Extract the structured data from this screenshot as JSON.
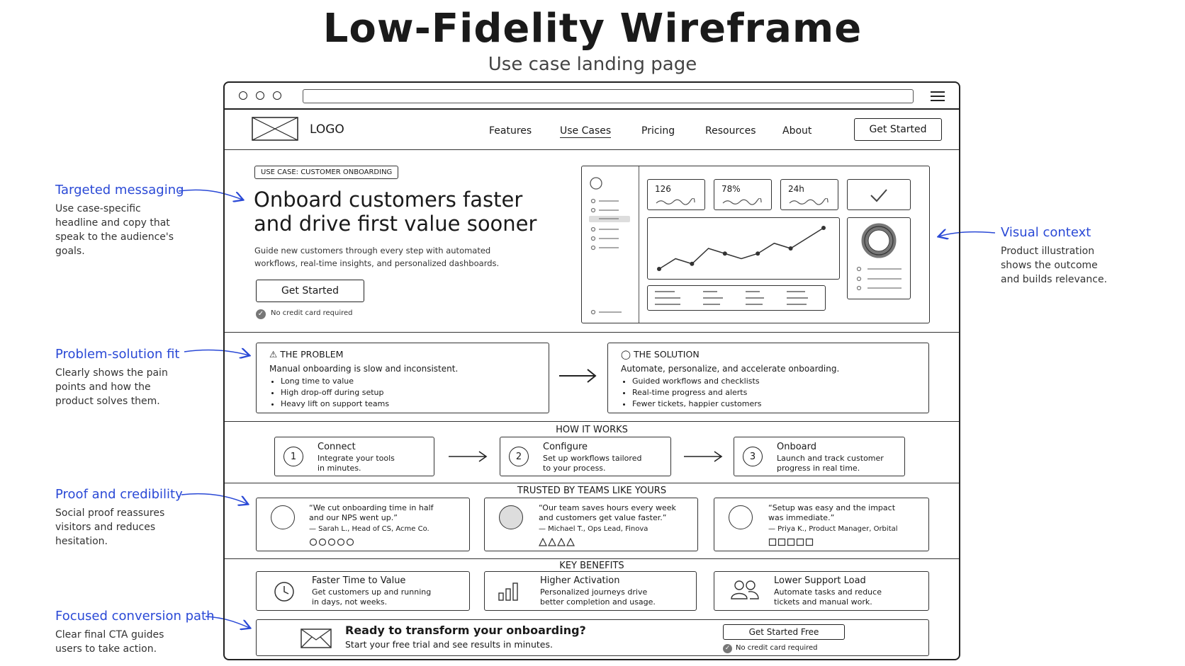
{
  "header": {
    "title": "Low-Fidelity Wireframe",
    "subtitle": "Use case landing page"
  },
  "annotations": [
    {
      "id": "targeted",
      "title": "Targeted messaging",
      "text": "Use case-specific headline and copy that speak to the audience's goals."
    },
    {
      "id": "problem",
      "title": "Problem-solution fit",
      "text": "Clearly shows the pain points and how the product solves them."
    },
    {
      "id": "proof",
      "title": "Proof and credibility",
      "text": "Social proof reassures visitors and reduces hesitation."
    },
    {
      "id": "conversion",
      "title": "Focused conversion path",
      "text": "Clear final CTA guides users to take action."
    },
    {
      "id": "visual",
      "title": "Visual context",
      "text": "Product illustration shows the outcome and builds relevance."
    }
  ],
  "nav": {
    "logo": "LOGO",
    "items": [
      "Features",
      "Use Cases",
      "Pricing",
      "Resources",
      "About"
    ],
    "active_index": 1,
    "cta": "Get Started"
  },
  "hero": {
    "tag": "USE CASE: CUSTOMER ONBOARDING",
    "headline_line1": "Onboard customers faster",
    "headline_line2": "and drive first value sooner",
    "copy_line1": "Guide new customers through every step with automated",
    "copy_line2": "workflows, real-time insights, and personalized dashboards.",
    "cta": "Get Started",
    "note": "No credit card required"
  },
  "dashboard": {
    "stats": [
      "126",
      "78%",
      "24h"
    ],
    "line_values": [
      3,
      5,
      4,
      7,
      6,
      5,
      6,
      8,
      7,
      9,
      11
    ]
  },
  "problem": {
    "title": "THE PROBLEM",
    "lead": "Manual onboarding is slow and inconsistent.",
    "bullets": [
      "Long time to value",
      "High drop-off during setup",
      "Heavy lift on support teams"
    ]
  },
  "solution": {
    "title": "THE SOLUTION",
    "lead": "Automate, personalize, and accelerate onboarding.",
    "bullets": [
      "Guided workflows and checklists",
      "Real-time progress and alerts",
      "Fewer tickets, happier customers"
    ]
  },
  "how": {
    "label": "HOW IT WORKS",
    "steps": [
      {
        "num": "1",
        "title": "Connect",
        "line1": "Integrate your tools",
        "line2": "in minutes."
      },
      {
        "num": "2",
        "title": "Configure",
        "line1": "Set up workflows tailored",
        "line2": "to your process."
      },
      {
        "num": "3",
        "title": "Onboard",
        "line1": "Launch and track customer",
        "line2": "progress in real time."
      }
    ]
  },
  "trusted": {
    "label": "TRUSTED BY TEAMS LIKE YOURS",
    "items": [
      {
        "line1": "“We cut onboarding time in half",
        "line2": "and our NPS went up.”",
        "author": "— Sarah L., Head of CS, Acme Co.",
        "rating_shape": "circle"
      },
      {
        "line1": "“Our team saves hours every week",
        "line2": "and customers get value faster.”",
        "author": "— Michael T., Ops Lead, Finova",
        "rating_shape": "triangle"
      },
      {
        "line1": "“Setup was easy and the impact",
        "line2": "was immediate.”",
        "author": "— Priya K., Product Manager, Orbital",
        "rating_shape": "square"
      }
    ]
  },
  "benefits": {
    "label": "KEY BENEFITS",
    "items": [
      {
        "icon": "clock-icon",
        "title": "Faster Time to Value",
        "line1": "Get customers up and running",
        "line2": "in days, not weeks."
      },
      {
        "icon": "bar-chart-icon",
        "title": "Higher Activation",
        "line1": "Personalized journeys drive",
        "line2": "better completion and usage."
      },
      {
        "icon": "users-icon",
        "title": "Lower Support Load",
        "line1": "Automate tasks and reduce",
        "line2": "tickets and manual work."
      }
    ]
  },
  "final_cta": {
    "icon": "envelope-icon",
    "headline": "Ready to transform your onboarding?",
    "sub": "Start your free trial and see results in minutes.",
    "button": "Get Started Free",
    "note": "No credit card required"
  }
}
